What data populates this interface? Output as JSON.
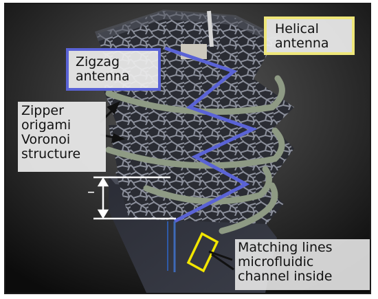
{
  "labels": {
    "helical": [
      "Helical",
      "antenna"
    ],
    "zigzag": [
      "Zigzag",
      "antenna"
    ],
    "zipper": [
      "Zipper",
      "origami",
      "Voronoi",
      "structure"
    ],
    "matching": [
      "Matching lines",
      "microfluidic",
      "channel inside"
    ],
    "dimension": "–"
  },
  "colors": {
    "helical_box": "#efe77a",
    "zigzag_antenna": "#5a63d6",
    "matching_box": "#f2e600",
    "background": "#101010"
  }
}
